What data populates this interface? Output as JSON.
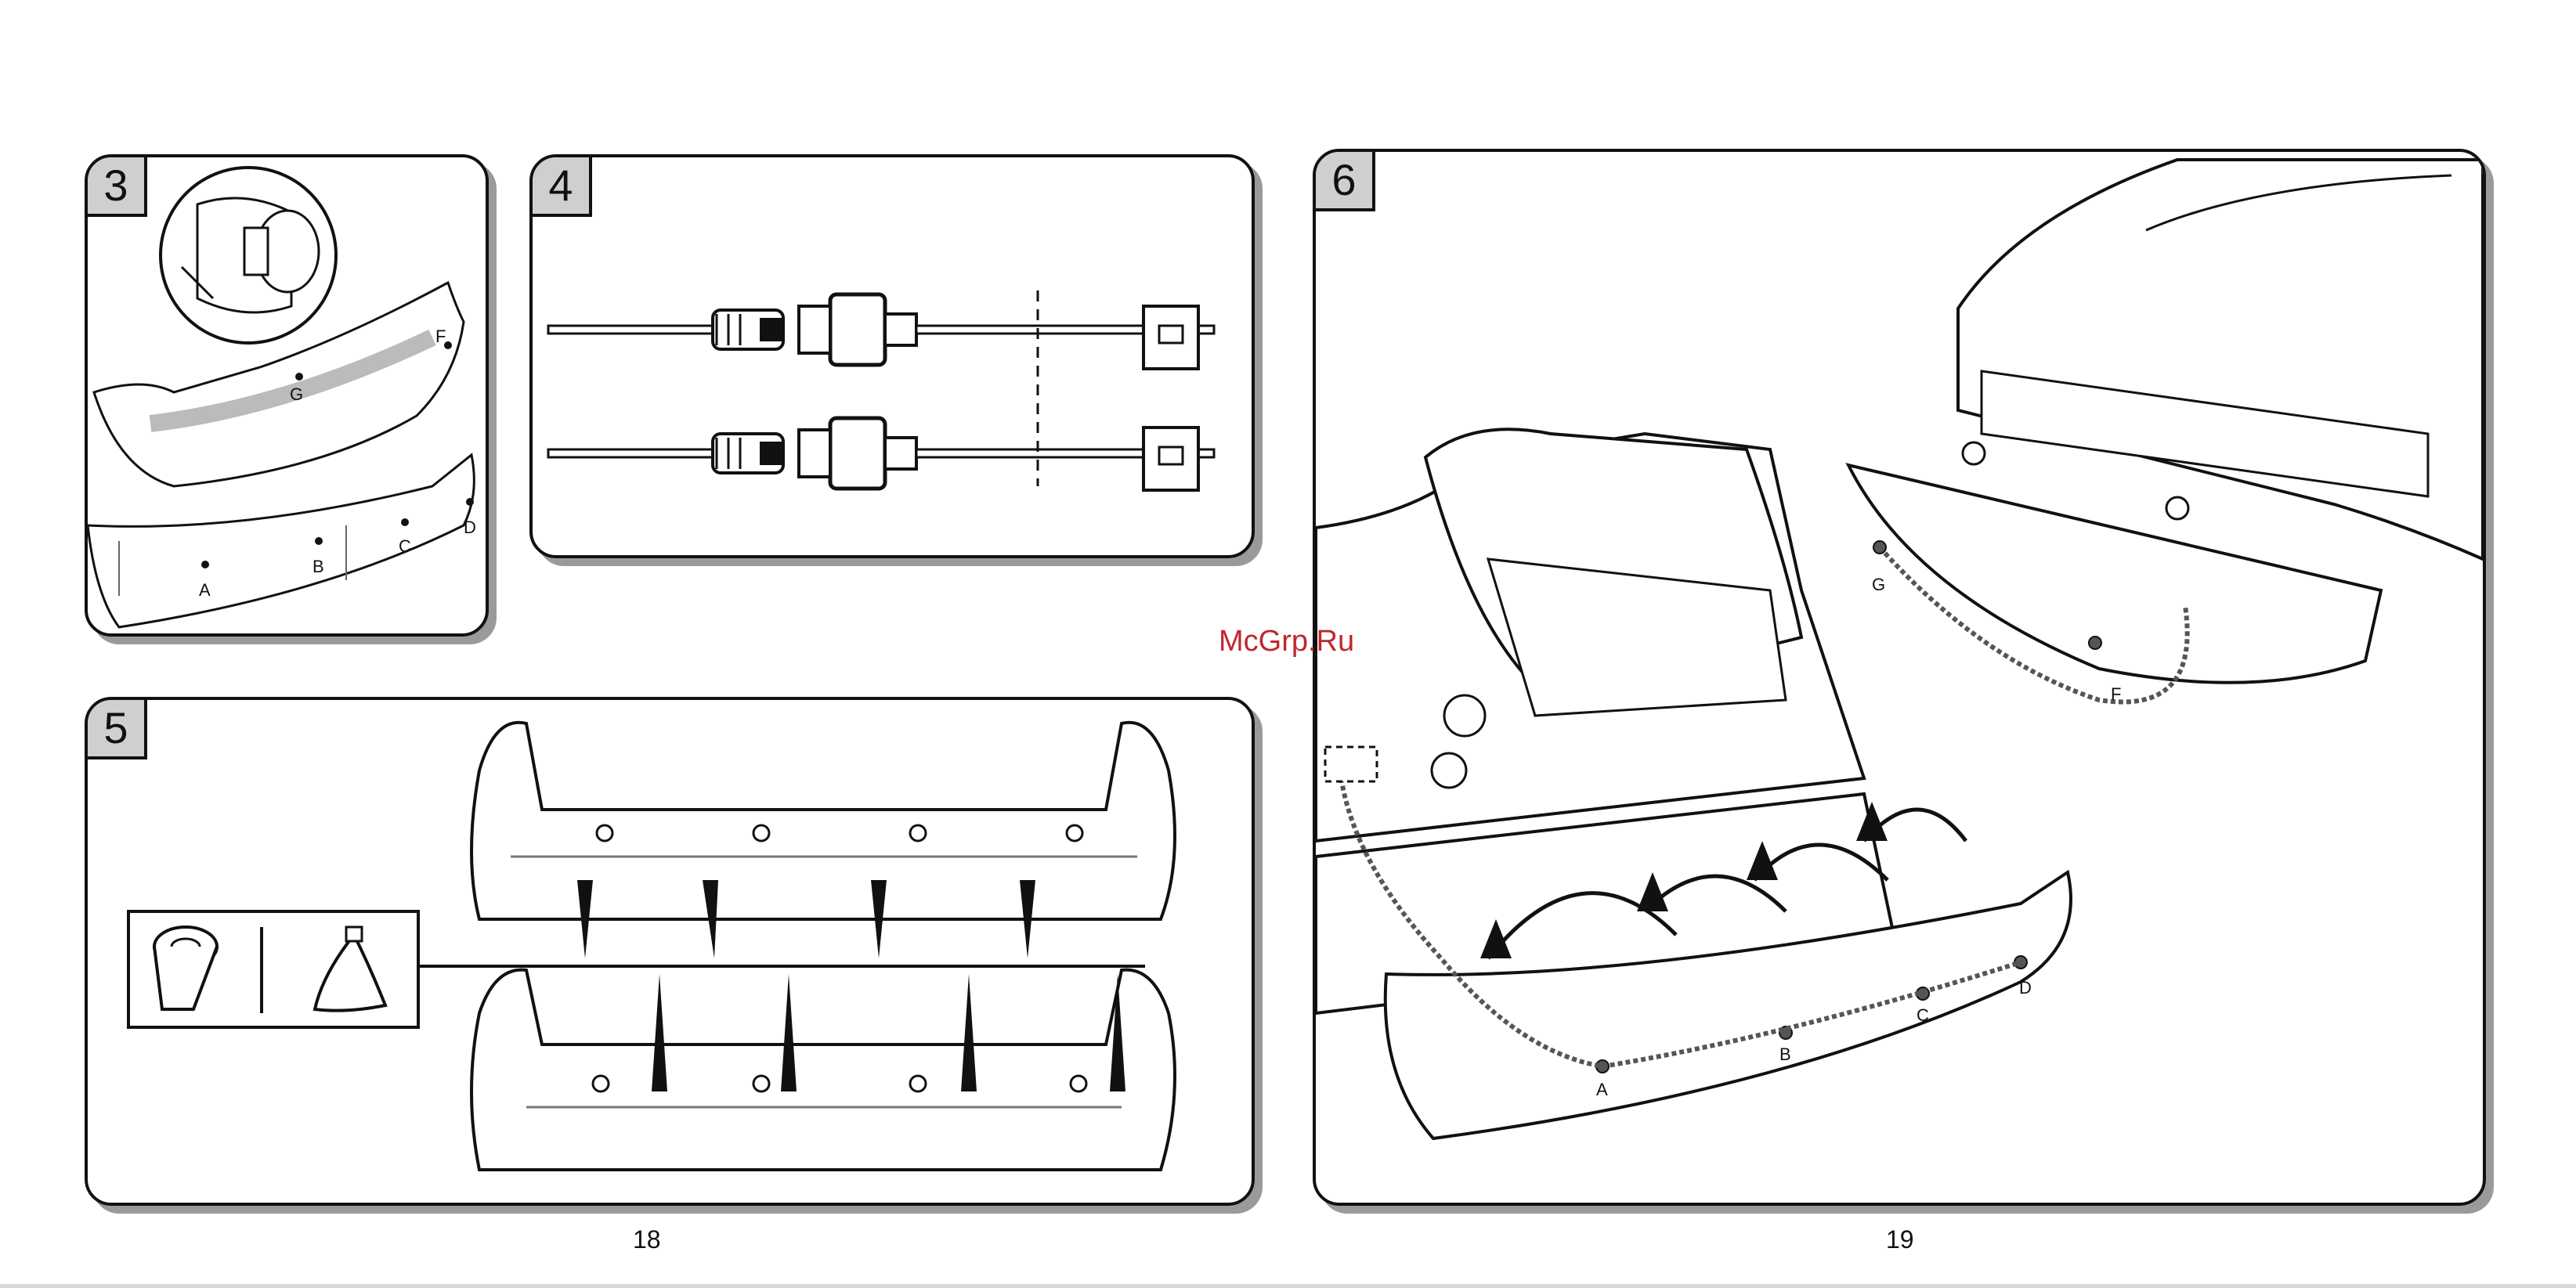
{
  "steps": {
    "s3": "3",
    "s4": "4",
    "s5": "5",
    "s6": "6"
  },
  "labels": {
    "a": "A",
    "b": "B",
    "c": "C",
    "d": "D",
    "f": "F",
    "g": "G"
  },
  "watermark": "McGrp.Ru",
  "pages": {
    "left": "18",
    "right": "19"
  }
}
